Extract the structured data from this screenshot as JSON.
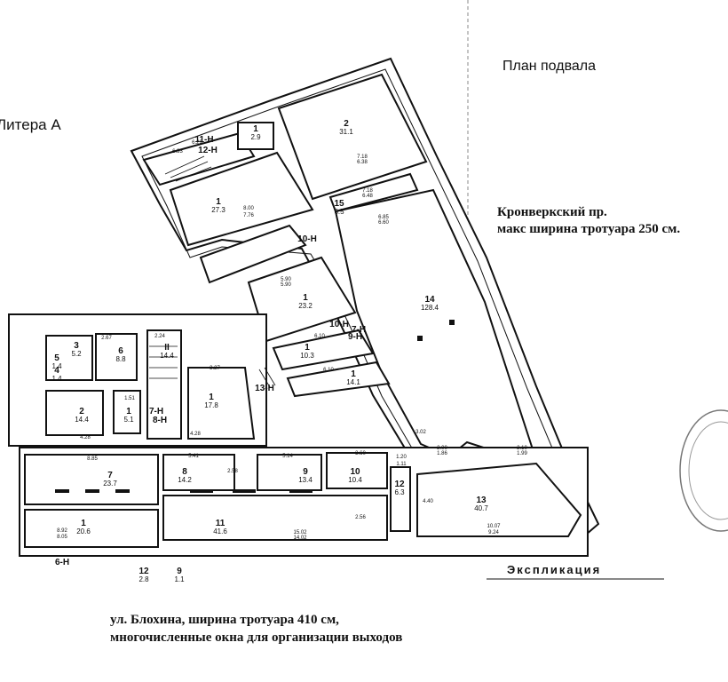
{
  "headings": {
    "plan_title": "План подвала",
    "liter": "Литера А",
    "street_top_line1": "Кронверкский пр.",
    "street_top_line2": "макс ширина тротуара 250 см.",
    "explication": "Экспликация",
    "street_bottom_line1": "ул. Блохина, ширина тротуара 410 см,",
    "street_bottom_line2": "многочисленные окна для организации выходов"
  },
  "rooms": [
    {
      "num": "1",
      "area": "2.9"
    },
    {
      "num": "2",
      "area": "31.1"
    },
    {
      "num": "1",
      "area": "27.3"
    },
    {
      "num": "15",
      "area": "6.5"
    },
    {
      "num": "14",
      "area": "128.4"
    },
    {
      "num": "1",
      "area": "23.2"
    },
    {
      "num": "1",
      "area": "10.3"
    },
    {
      "num": "1",
      "area": "14.1"
    },
    {
      "num": "3",
      "area": "5.2"
    },
    {
      "num": "5",
      "area": "1.4"
    },
    {
      "num": "4",
      "area": "1.4"
    },
    {
      "num": "6",
      "area": "8.8"
    },
    {
      "num": "II",
      "area": "14.4"
    },
    {
      "num": "1",
      "area": "17.8"
    },
    {
      "num": "2",
      "area": "14.4"
    },
    {
      "num": "1",
      "area": "5.1"
    },
    {
      "num": "7",
      "area": "23.7"
    },
    {
      "num": "8",
      "area": "14.2"
    },
    {
      "num": "9",
      "area": "13.4"
    },
    {
      "num": "10",
      "area": "10.4"
    },
    {
      "num": "12",
      "area": "6.3"
    },
    {
      "num": "13",
      "area": "40.7"
    },
    {
      "num": "1",
      "area": "20.6"
    },
    {
      "num": "11",
      "area": "41.6"
    },
    {
      "num": "12",
      "area": "2.8"
    },
    {
      "num": "9",
      "area": "1.1"
    }
  ],
  "units": [
    "11-Н",
    "12-Н",
    "10-Н",
    "10-Н",
    "9-Н",
    "7-Н",
    "7-Н",
    "8-Н",
    "13-Н",
    "6-Н"
  ],
  "dims": [
    "6.29",
    "6.33",
    "8.00",
    "7.76",
    "7.18",
    "6.38",
    "7.18",
    "6.48",
    "6.85",
    "6.60",
    "5.90",
    "5.90",
    "6.10",
    "6.10",
    "2.67",
    "2.24",
    "3.27",
    "1.51",
    "4.28",
    "4.28",
    "8.85",
    "5.41",
    "5.14",
    "3.60",
    "1.20",
    "1.11",
    "2.00",
    "1.86",
    "2.10",
    "1.99",
    "8.92",
    "8.05",
    "15.02",
    "14.02",
    "10.07",
    "9.24",
    "3.02",
    "2.56",
    "2.58",
    "4.40"
  ]
}
